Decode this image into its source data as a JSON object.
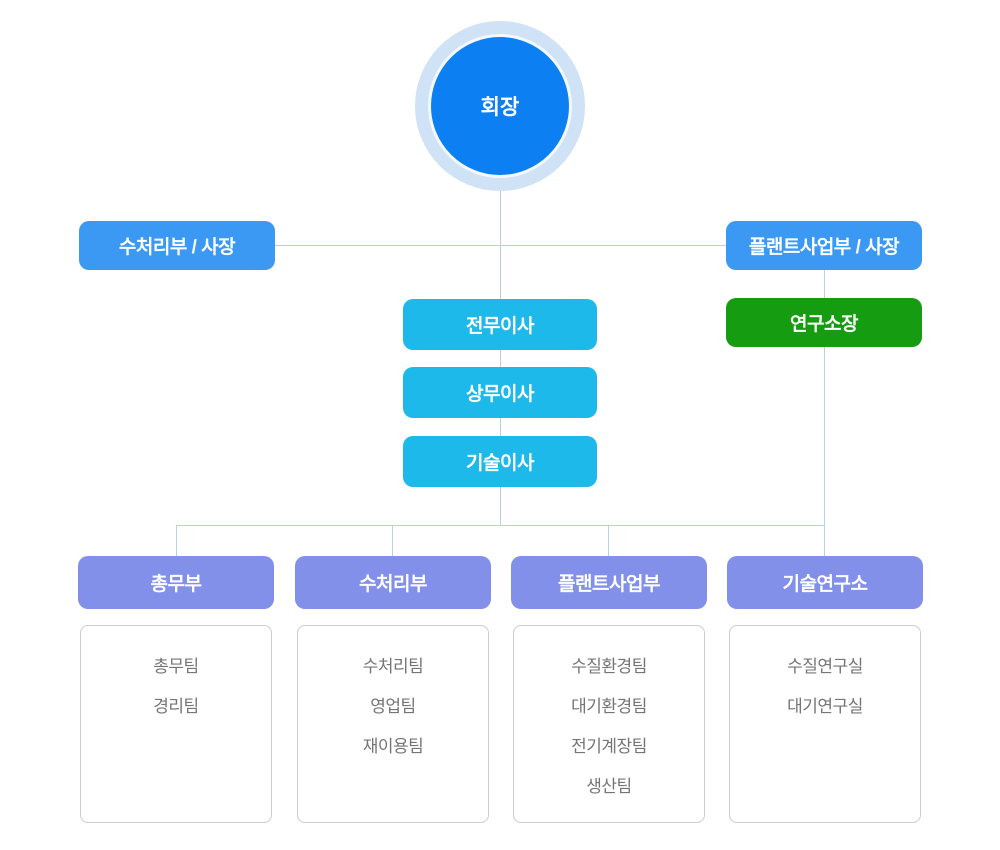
{
  "colors": {
    "chairman_fill": "#0c80f2",
    "chairman_ring": "#d0e2f6",
    "president_fill": "#3b99f3",
    "director_fill": "#1db9ea",
    "research_fill": "#169c10",
    "department_fill": "#8290ea",
    "connector_line": "#b9d0e8",
    "team_text": "#757575",
    "team_box_border": "#cccccc",
    "node_text": "#ffffff"
  },
  "org_chart": {
    "chairman": {
      "label": "회장"
    },
    "presidents": [
      {
        "label": "수처리부 / 사장"
      },
      {
        "label": "플랜트사업부 / 사장"
      }
    ],
    "directors": [
      {
        "label": "전무이사"
      },
      {
        "label": "상무이사"
      },
      {
        "label": "기술이사"
      }
    ],
    "research_head": {
      "label": "연구소장"
    },
    "departments": [
      {
        "label": "총무부",
        "teams": [
          "총무팀",
          "경리팀"
        ]
      },
      {
        "label": "수처리부",
        "teams": [
          "수처리팀",
          "영업팀",
          "재이용팀"
        ]
      },
      {
        "label": "플랜트사업부",
        "teams": [
          "수질환경팀",
          "대기환경팀",
          "전기계장팀",
          "생산팀"
        ]
      },
      {
        "label": "기술연구소",
        "teams": [
          "수질연구실",
          "대기연구실"
        ]
      }
    ]
  }
}
